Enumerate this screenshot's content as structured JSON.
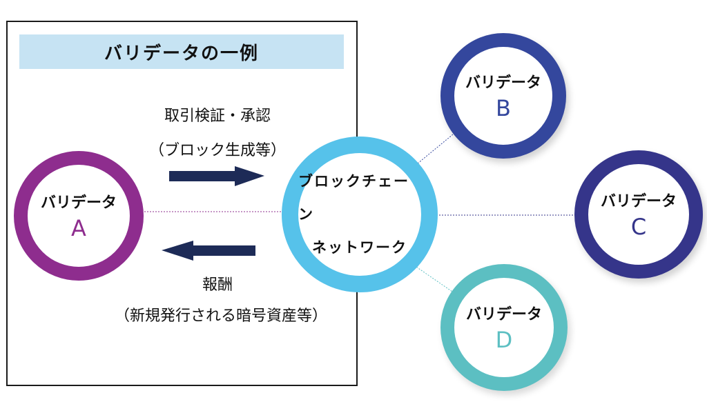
{
  "title": "バリデータの一例",
  "captions": {
    "verify": "取引検証・承認",
    "block": "（ブロック生成等）",
    "reward": "報酬",
    "asset": "（新規発行される暗号資産等）"
  },
  "validators": {
    "a": {
      "name": "バリデータ",
      "letter": "A"
    },
    "b": {
      "name": "バリデータ",
      "letter": "B"
    },
    "c": {
      "name": "バリデータ",
      "letter": "C"
    },
    "d": {
      "name": "バリデータ",
      "letter": "D"
    }
  },
  "hub": {
    "line1": "ブロックチェーン",
    "line2": "ネットワーク"
  },
  "colors": {
    "a": "#8e2d8e",
    "b": "#34479d",
    "c": "#35358a",
    "d": "#5cbfc2",
    "hub": "#56c2ea",
    "arrow": "#1d2b57",
    "title_bg": "#c6e3f3"
  }
}
